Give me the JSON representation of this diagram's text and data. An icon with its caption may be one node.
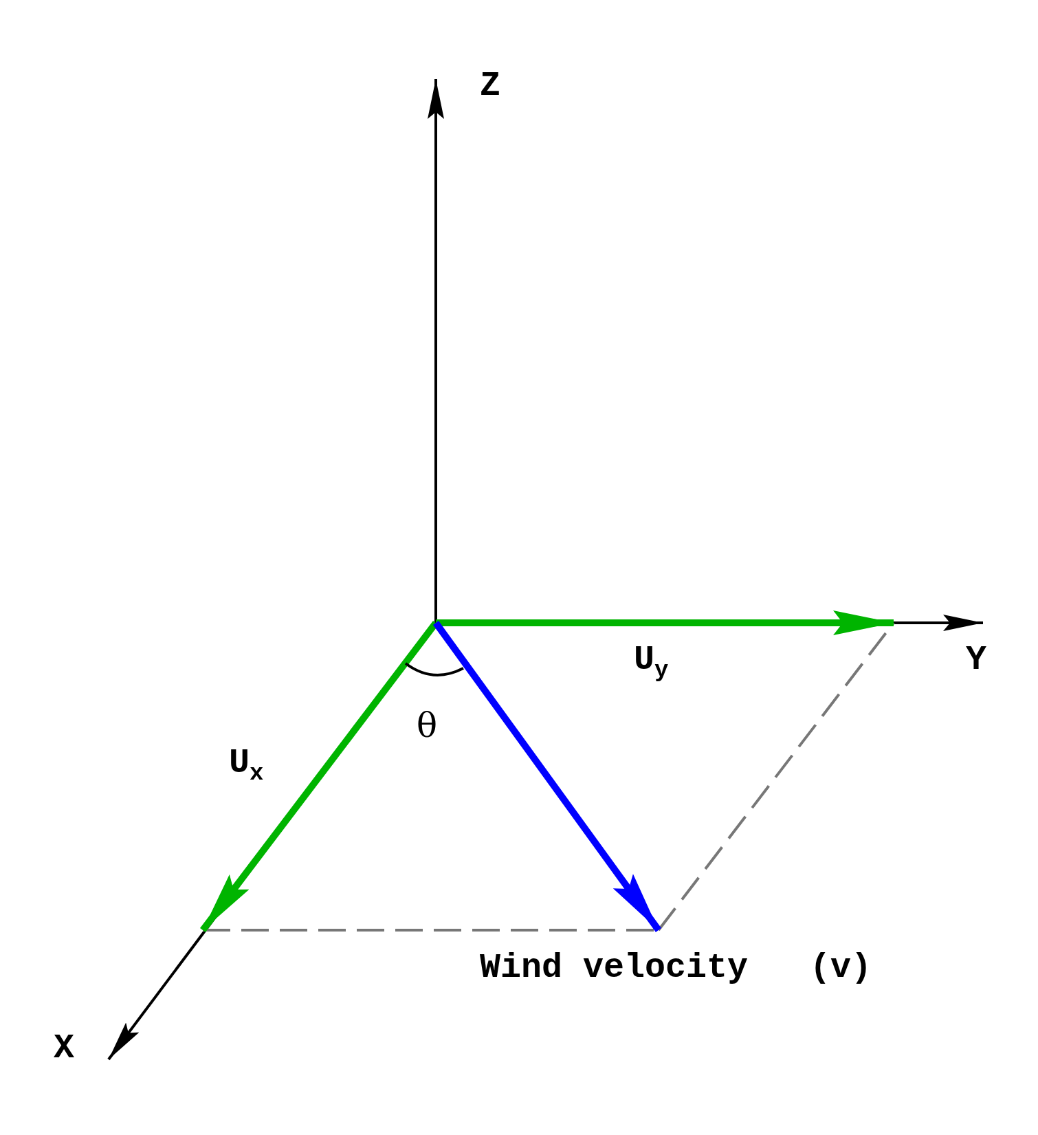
{
  "diagram": {
    "labels": [
      "Z",
      "U$_{y}$",
      "Y",
      "θ",
      "U$_{x}$",
      "Wind velocity   (v)",
      "X"
    ]
  }
}
